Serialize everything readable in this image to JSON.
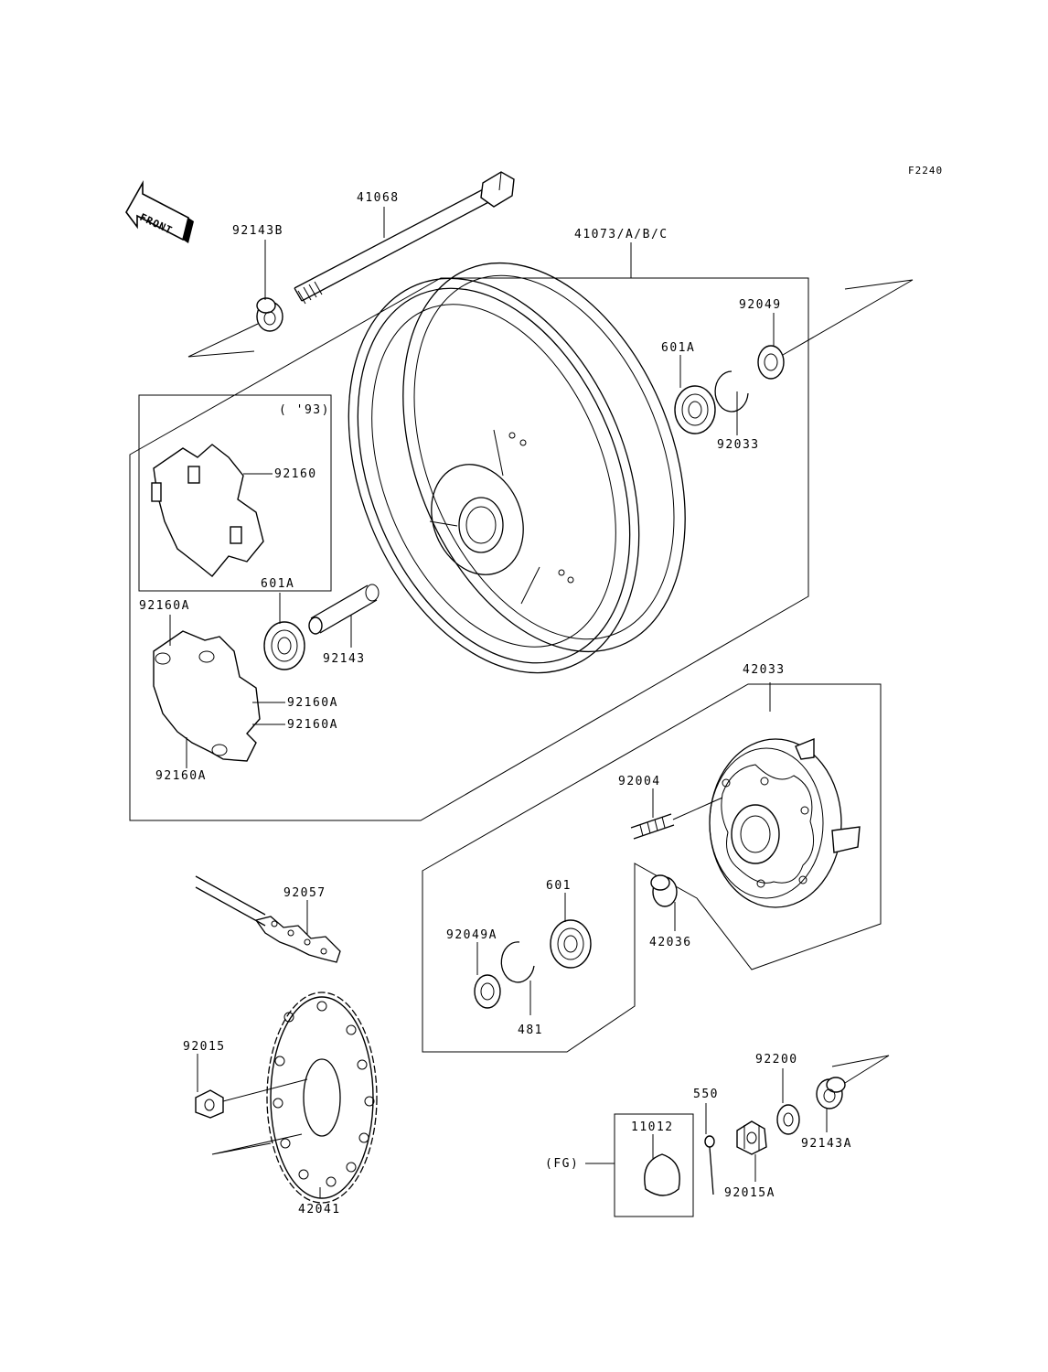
{
  "figure_code": "F2240",
  "front_label": "FRONT",
  "variant_93": "( '93)",
  "fg_label": "(FG)",
  "parts": {
    "p41068": "41068",
    "p92143B": "92143B",
    "p41073": "41073/A/B/C",
    "p92049": "92049",
    "p601A_top": "601A",
    "p92033": "92033",
    "p92160": "92160",
    "p601A_mid": "601A",
    "p92160A_a": "92160A",
    "p92143": "92143",
    "p92160A_b": "92160A",
    "p92160A_c": "92160A",
    "p92160A_d": "92160A",
    "p42033": "42033",
    "p92004": "92004",
    "p92057": "92057",
    "p601": "601",
    "p92049A": "92049A",
    "p42036": "42036",
    "p481": "481",
    "p92015": "92015",
    "p92200": "92200",
    "p550": "550",
    "p11012": "11012",
    "p92143A": "92143A",
    "p92015A": "92015A",
    "p42041": "42041"
  }
}
